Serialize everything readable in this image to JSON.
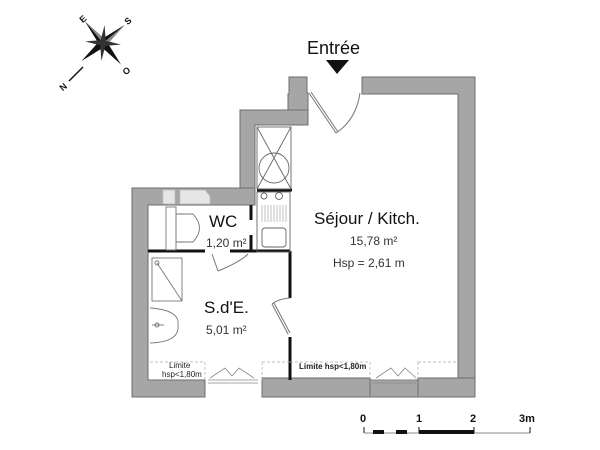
{
  "compass": {
    "letters": {
      "north": "N",
      "south": "S",
      "east": "E",
      "west": "O"
    }
  },
  "entrance": {
    "label": "Entrée"
  },
  "rooms": {
    "wc": {
      "name": "WC",
      "area": "1,20 m²"
    },
    "sde": {
      "name": "S.d'E.",
      "area": "5,01 m²"
    },
    "sejour": {
      "name": "Séjour / Kitch.",
      "area": "15,78 m²",
      "height": "Hsp = 2,61 m"
    }
  },
  "limits": {
    "sde_line1": "Limite",
    "sde_line2": "hsp<1,80m",
    "sejour": "Limite hsp<1,80m"
  },
  "scale_bar": {
    "ticks": [
      "0",
      "1",
      "2",
      "3m"
    ]
  },
  "colors": {
    "wall": "#a6a6a6",
    "wall_edge": "#6e6e6e",
    "fixture": "#555555"
  }
}
